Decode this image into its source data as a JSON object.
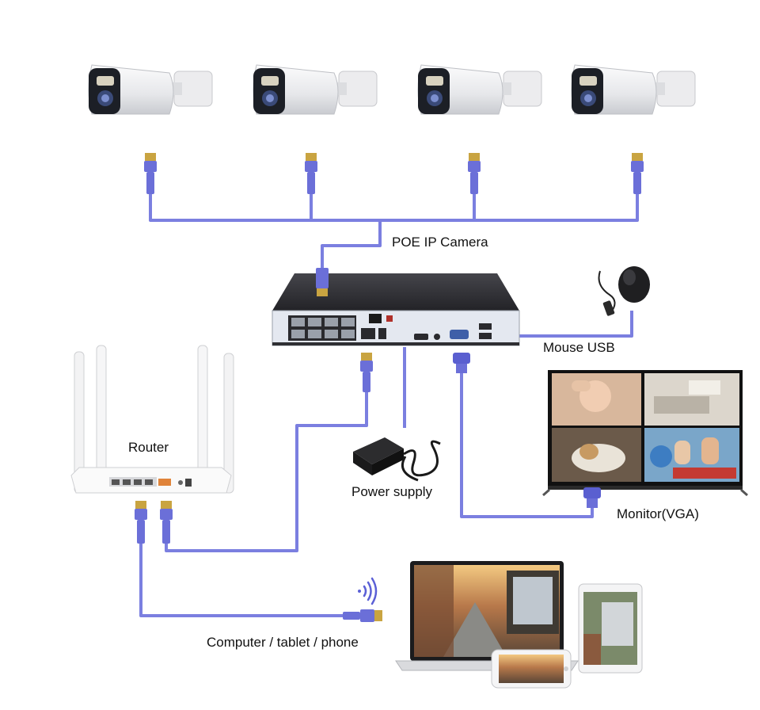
{
  "labels": {
    "poe_camera": "POE IP Camera",
    "mouse_usb": "Mouse USB",
    "router": "Router",
    "power_supply": "Power supply",
    "monitor": "Monitor(VGA)",
    "devices": "Computer / tablet / phone"
  },
  "colors": {
    "cable": "#7b7fe0",
    "connector": "#6b6fd8",
    "nvr_body": "#2f2f33",
    "nvr_panel": "#e4e8f0",
    "camera_body": "#e9eaec",
    "camera_face": "#1c1f26"
  },
  "icons": {
    "camera": "bullet-camera-icon",
    "nvr": "nvr-recorder-icon",
    "mouse": "mouse-icon",
    "router": "wifi-router-icon",
    "adapter": "power-adapter-icon",
    "monitor": "monitor-icon",
    "laptop": "laptop-icon",
    "tablet": "tablet-icon",
    "phone": "phone-icon",
    "wifi": "wifi-signal-icon"
  }
}
